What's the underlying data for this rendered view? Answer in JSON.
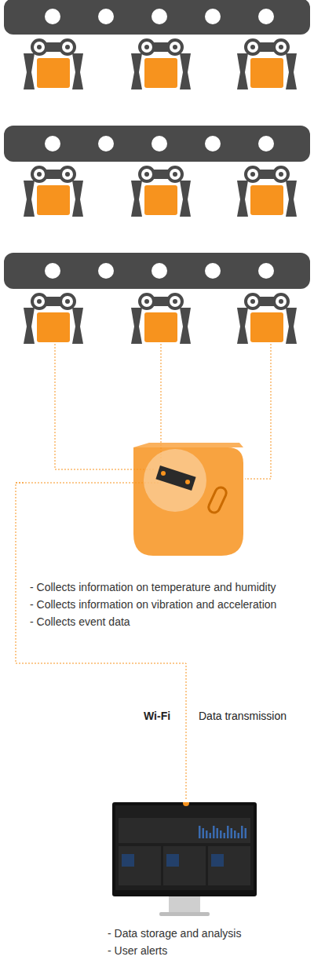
{
  "diagram": {
    "nodes": [
      {
        "text": [
          "- Collects information on temperature and humidity",
          "- Collects information on vibration and acceleration",
          "- Collects event data"
        ]
      },
      {
        "text": [
          "- Data storage and analysis",
          "- User alerts"
        ]
      }
    ],
    "edges": [
      {
        "from": 0,
        "to": 1,
        "arrow": "none",
        "label": "Wi-Fi"
      }
    ],
    "labels": [
      "Data transmission"
    ]
  }
}
